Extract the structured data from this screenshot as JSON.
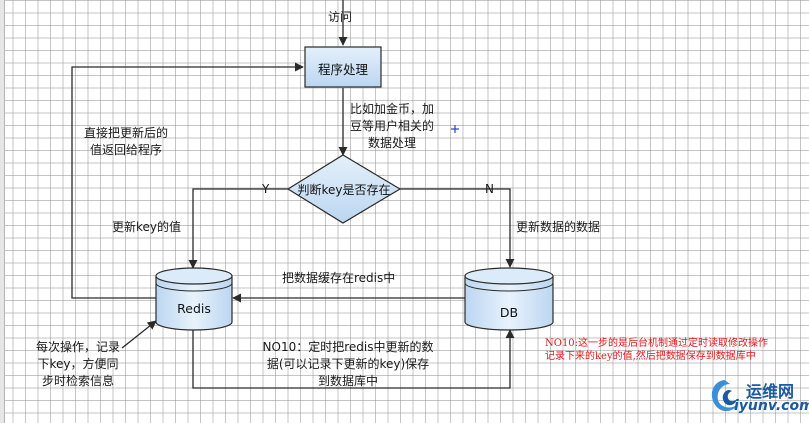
{
  "nodes": {
    "visit": "访问",
    "process": "程序处理",
    "process_note": [
      "比如加金币，加",
      "豆等用户相关的",
      "数据处理"
    ],
    "decision": "判断key是否存在",
    "yes": "Y",
    "no": "N",
    "redis": "Redis",
    "db": "DB"
  },
  "labels": {
    "return_value": [
      "直接把更新后的",
      "值返回给程序"
    ],
    "update_key": "更新key的值",
    "update_db": "更新数据的数据",
    "cache_to_redis": "把数据缓存在redis中",
    "each_op": [
      "每次操作，记录",
      "下key，方便同",
      "步时检索信息"
    ],
    "no10_sync": [
      "NO10：定时把redis中更新的数",
      "据(可以记录下更新的key)保存",
      "到数据库中"
    ],
    "red_note": [
      "NO10:这一步的是后台机制通过定时读取修改操作",
      "记录下来的key的值,然后把数据保存到数据库中"
    ]
  },
  "watermark": {
    "cn": "运维网",
    "en": "iyunv.com"
  },
  "colors": {
    "node_fill": "#cfe3f7",
    "node_stroke": "#2a2a2a",
    "arrow": "#2a2a2a",
    "red": "#e0181c",
    "logo": "#1a5a9e"
  }
}
